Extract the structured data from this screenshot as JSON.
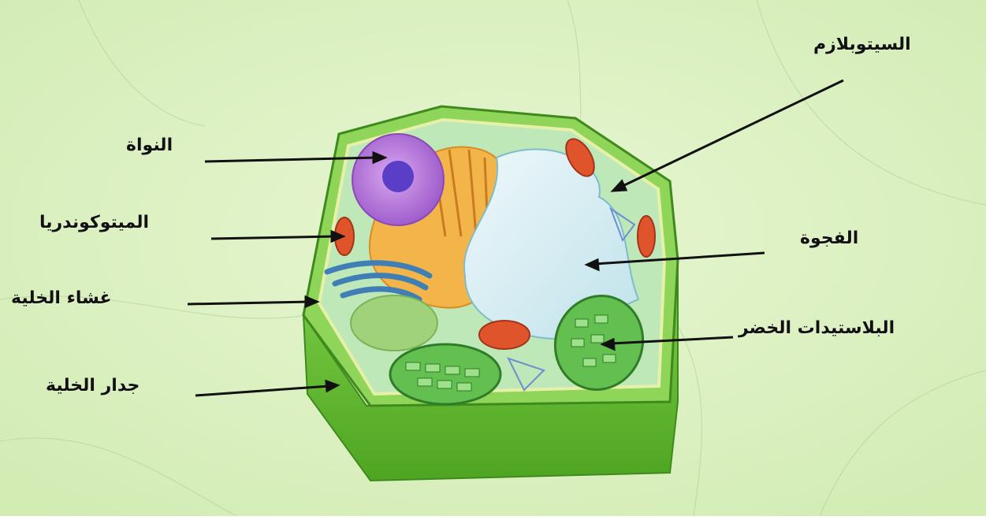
{
  "diagram": {
    "labels": {
      "cytoplasm": "السيتوبلازم",
      "nucleus": "النواة",
      "mitochondria": "الميتوكوندريا",
      "vacuole": "الفجوة",
      "cell_membrane": "غشاء الخلية",
      "chloroplasts": "البلاستيدات الخضر",
      "cell_wall": "جدار الخلية"
    },
    "colors": {
      "background": "#dff2c4",
      "wall": "#6cc238",
      "nucleus": "#b77ad9",
      "vacuole": "#d9eef2",
      "chloroplast": "#4fae44",
      "mitochondria": "#e0542c",
      "golgi": "#3f7fb5",
      "er": "#f3b54a"
    }
  }
}
